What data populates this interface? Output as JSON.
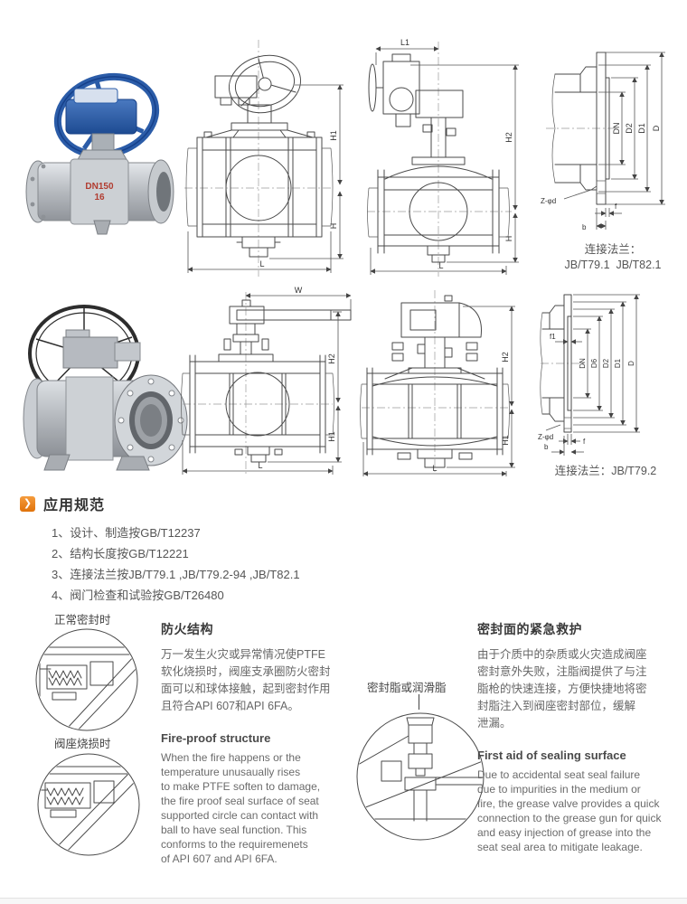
{
  "photos": {
    "photo1": {
      "label_dn": "DN150",
      "label_pn": "16"
    }
  },
  "drawings": {
    "d1": {
      "h1": "H1",
      "h": "H",
      "l": "L"
    },
    "d2": {
      "l1": "L1",
      "h2": "H2",
      "h": "H",
      "l": "L"
    },
    "d3": {
      "w": "W",
      "h2": "H2",
      "h1": "H1",
      "l": "L"
    },
    "d4": {
      "h2": "H2",
      "h1": "H1",
      "l": "L"
    },
    "flange1": {
      "dn": "DN",
      "d2": "D2",
      "d1": "D1",
      "d": "D",
      "zd": "Z-φd",
      "b": "b",
      "f": "f",
      "caption1": "连接法兰：",
      "caption2": "JB/T79.1  JB/T82.1"
    },
    "flange2": {
      "f1": "f1",
      "dn": "DN",
      "d6": "D6",
      "d2": "D2",
      "d1": "D1",
      "d": "D",
      "zd": "Z-φd",
      "f": "f",
      "b": "b",
      "caption": "连接法兰：JB/T79.2"
    }
  },
  "specs": {
    "title": "应用规范",
    "icon": "❯",
    "items": [
      "1、设计、制造按GB/T12237",
      "2、结构长度按GB/T12221",
      "3、连接法兰按JB/T79.1 ,JB/T79.2-94 ,JB/T82.1",
      "4、阀门检查和试验按GB/T26480"
    ]
  },
  "fire": {
    "label_normal": "正常密封时",
    "label_burned": "阀座烧损时",
    "heading_zh": "防火结构",
    "body_zh": "万一发生火灾或异常情况使PTFE\n软化烧损时，阀座支承圈防火密封\n面可以和球体接触，起到密封作用\n且符合API 607和API 6FA。",
    "heading_en": "Fire-proof structure",
    "body_en": "When the fire happens or the\ntemperature unusaually rises\nto make PTFE soften to damage,\nthe fire proof seal surface of seat\nsupported circle can contact with\nball to have seal function. This\nconforms to the requiremenets\nof API 607 and API 6FA."
  },
  "grease": {
    "label": "密封脂或润滑脂",
    "heading_zh": "密封面的紧急救护",
    "body_zh": "由于介质中的杂质或火灾造成阀座\n密封意外失败，注脂阀提供了与注\n脂枪的快速连接，方便快捷地将密\n封脂注入到阀座密封部位，缓解\n泄漏。",
    "heading_en": "First aid of sealing surface",
    "body_en": "Due to accidental seat seal failure\ndue to impurities in the medium or\nfire, the grease valve provides a quick\nconnection to the grease gun for quick\nand easy injection of grease into the\nseat seal area to mitigate leakage."
  },
  "colors": {
    "accent_orange": "#ea7f1c",
    "label_red": "#b13c30",
    "handwheel_blue": "#2b5ca8",
    "drawing_line": "#4a4a4a"
  }
}
